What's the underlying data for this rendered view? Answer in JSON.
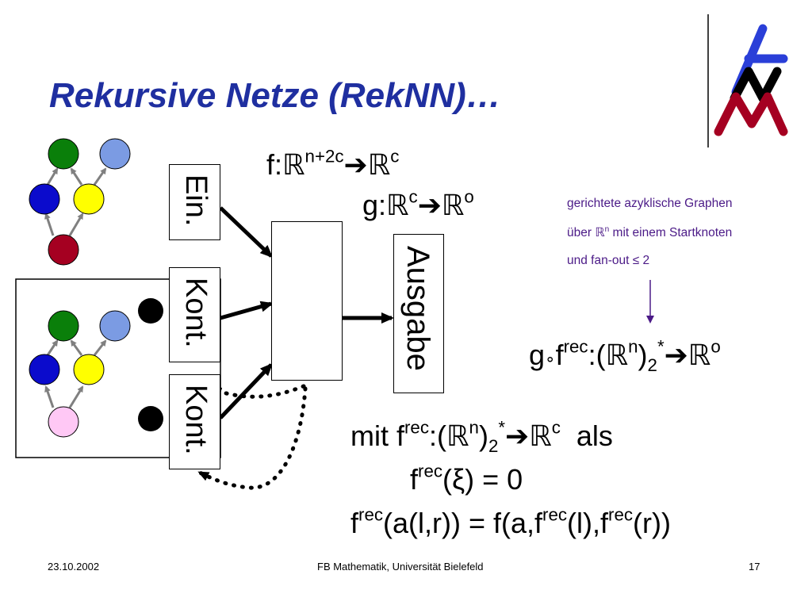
{
  "slide": {
    "title": "Rekursive Netze (RekNN)…",
    "labels": {
      "ein": "Ein.",
      "kont_upper": "Kont.",
      "kont_lower": "Kont.",
      "ausgabe": "Ausgabe"
    },
    "formula_f": {
      "name": "f:",
      "domain_sup": "n+2c",
      "codomain_sup": "c"
    },
    "formula_g": {
      "name": "g:",
      "domain_sup": "c",
      "codomain_sup": "o"
    },
    "note": {
      "line1": "gerichtete azyklische Graphen",
      "line2_a": "über ",
      "line2_set": "ℝ",
      "line2_sup": "n",
      "line2_b": " mit einem Startknoten",
      "line3": "und fan-out ≤ 2"
    },
    "formula_gfrec": {
      "g": "g",
      "circ": "∘",
      "f": "f",
      "rec": "rec",
      "open": ":(",
      "n": "n",
      "sub": "2",
      "star": "*",
      "o": "o"
    },
    "mit_line": {
      "mit": "mit f",
      "rec": "rec",
      "open": ":(",
      "n": "n",
      "sub": "2",
      "star": "*",
      "c": "c",
      "als": "als"
    },
    "base_line": {
      "f": "f",
      "rec": "rec",
      "rest": "(ξ) = 0"
    },
    "rec_line": {
      "f1": "f",
      "rec1": "rec",
      "mid": "(a(l,r)) = f(a,f",
      "rec2": "rec",
      "mid2": "(l),f",
      "rec3": "rec",
      "end": "(r))"
    },
    "arrow_symbol": "➔",
    "real_symbol": "ℝ",
    "colors": {
      "title": "#1f2fa0",
      "green": "#0a7f0a",
      "lightblue": "#7b9be3",
      "blue": "#0b0bcc",
      "yellow": "#ffff00",
      "darkred": "#a50021",
      "pink": "#ffc8f5",
      "note": "#4b1a87"
    }
  },
  "footer": {
    "date": "23.10.2002",
    "center": "FB Mathematik, Universität Bielefeld",
    "page": "17"
  }
}
